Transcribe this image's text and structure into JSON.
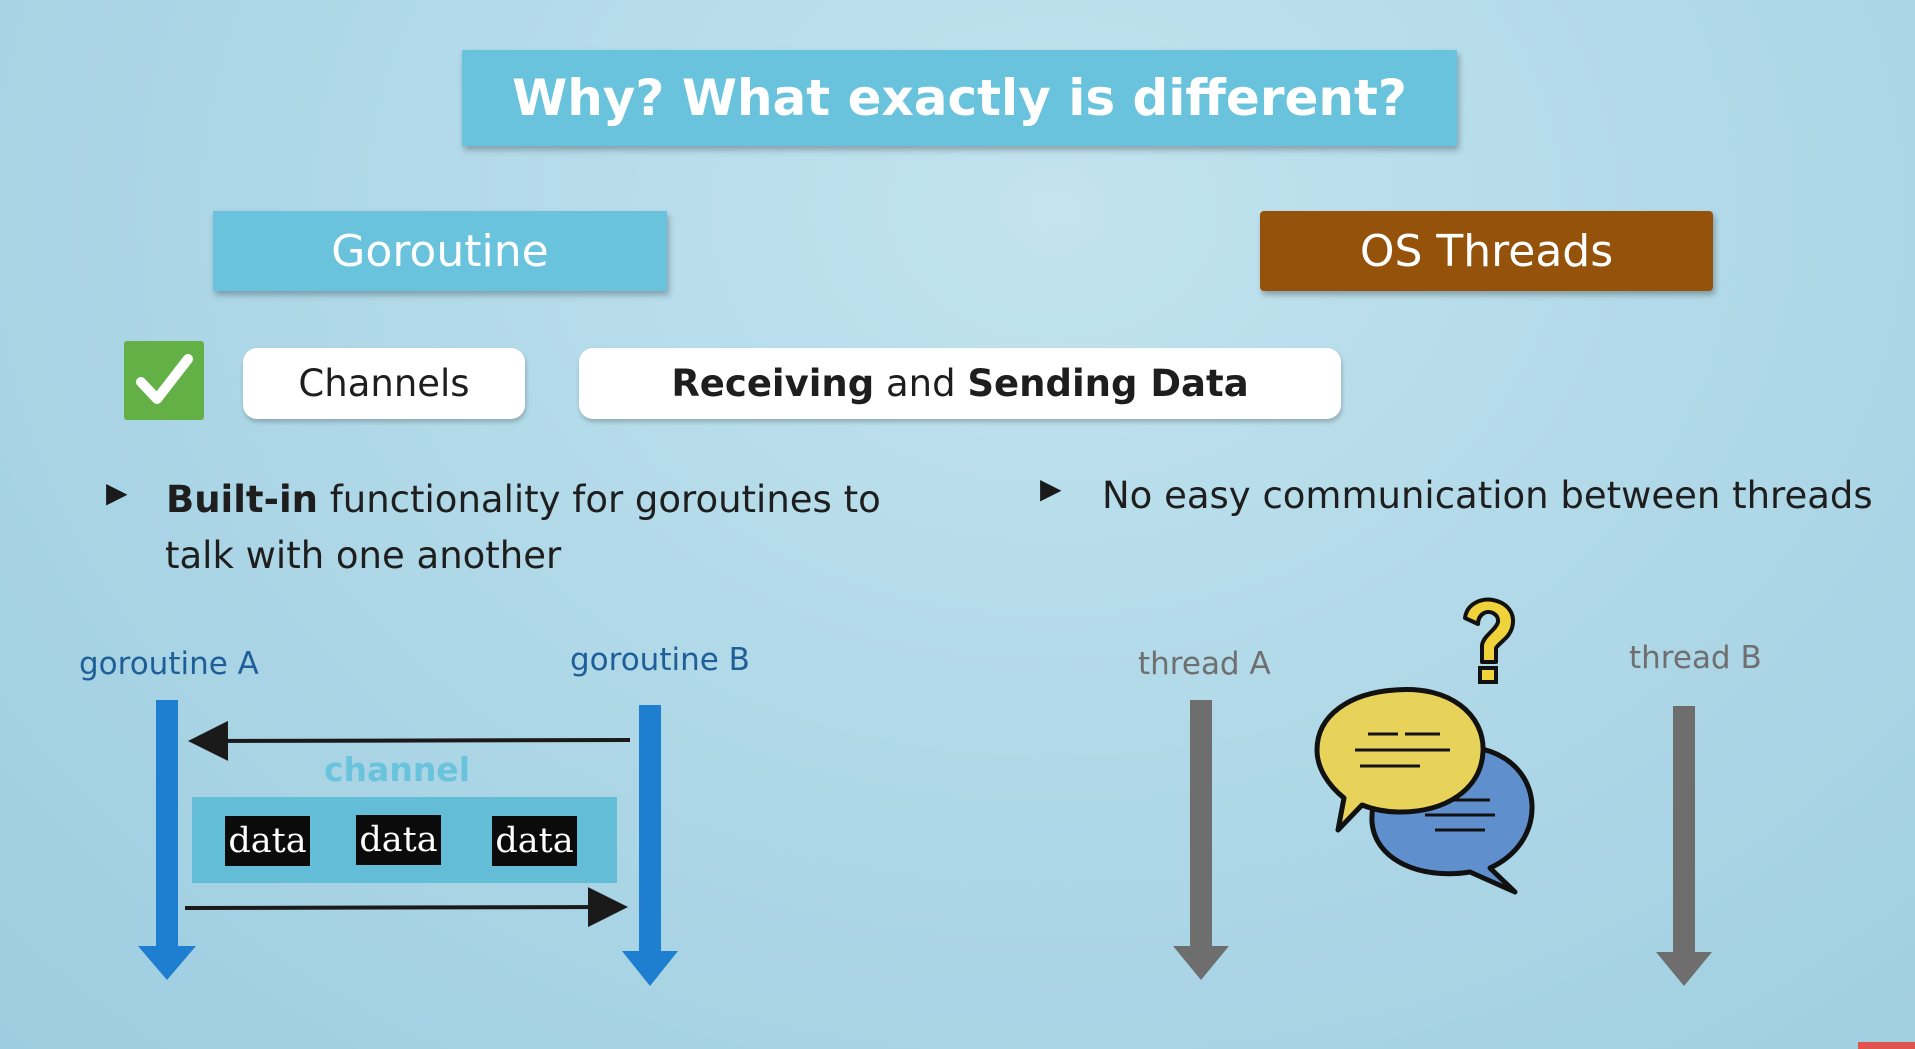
{
  "title": "Why? What exactly is different?",
  "columns": {
    "left_header": "Goroutine",
    "right_header": "OS Threads"
  },
  "feature": {
    "check_icon": "checkmark-icon",
    "name": "Channels",
    "description_bold_1": "Receiving",
    "description_mid": " and ",
    "description_bold_2": "Sending Data"
  },
  "left_bullet": {
    "bold": "Built-in",
    "text": " functionality for goroutines to",
    "line2": "talk with one another"
  },
  "right_bullet": {
    "text": "No easy communication between threads"
  },
  "left_diagram": {
    "label_a": "goroutine A",
    "label_b": "goroutine B",
    "channel_label": "channel",
    "data_items": [
      "data",
      "data",
      "data"
    ]
  },
  "right_diagram": {
    "label_a": "thread A",
    "label_b": "thread B",
    "icon": "confused-chat-bubbles-icon"
  },
  "colors": {
    "title_bg": "#6ac3dc",
    "goroutine_bg": "#6ac3dc",
    "os_threads_bg": "#94520a",
    "check_bg": "#63b047",
    "goroutine_arrow": "#1e7ecf",
    "thread_arrow": "#6e6e6e",
    "channel_box": "#64bdd7"
  }
}
